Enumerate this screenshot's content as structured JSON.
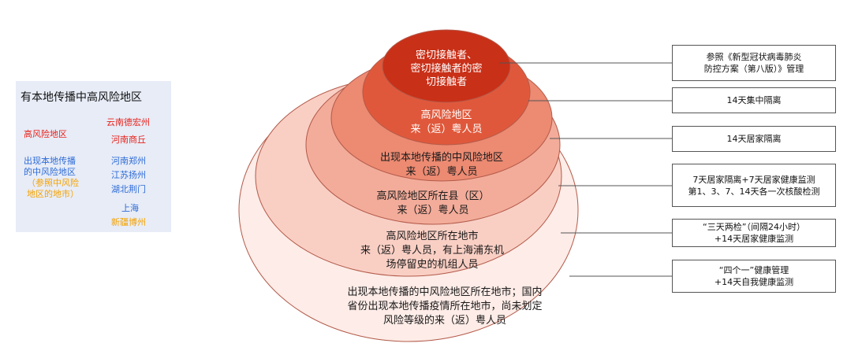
{
  "legend": {
    "title": "有本地传播中高风险地区",
    "high_label": "高风险地区",
    "high_areas": [
      "云南德宏州",
      "河南商丘"
    ],
    "medium_label_lines": [
      "出现本地传播",
      "的中风险地区"
    ],
    "medium_note_lines": [
      "（参照中风险",
      "地区的地市）"
    ],
    "medium_areas": [
      "河南郑州",
      "江苏扬州",
      "湖北荆门",
      "上海"
    ],
    "medium_note_area": "新疆博州"
  },
  "rings": [
    {
      "lines": [
        "密切接触者、",
        "密切接触者的密",
        "切接触者"
      ]
    },
    {
      "lines": [
        "高风险地区",
        "来（返）粤人员"
      ]
    },
    {
      "lines": [
        "出现本地传播的中风险地区",
        "来（返）粤人员"
      ]
    },
    {
      "lines": [
        "高风险地区所在县（区）",
        "来（返）粤人员"
      ]
    },
    {
      "lines": [
        "高风险地区所在地市",
        "来（返）粤人员，有上海浦东机",
        "场停留史的机组人员"
      ]
    },
    {
      "lines": [
        "出现本地传播的中风险地区所在地市；国内",
        "省份出现本地传播疫情所在地市，尚未划定",
        "风险等级的来（返）粤人员"
      ]
    }
  ],
  "measures": [
    {
      "lines": [
        "参照《新型冠状病毒肺炎",
        "防控方案（第八版）》管理"
      ]
    },
    {
      "lines": [
        "14天集中隔离"
      ]
    },
    {
      "lines": [
        "14天居家隔离"
      ]
    },
    {
      "lines": [
        "7天居家隔离+7天居家健康监测",
        "第1、3、7、14天各一次核酸检测"
      ]
    },
    {
      "lines": [
        "“三天两检”（间隔24小时）",
        "+14天居家健康监测"
      ]
    },
    {
      "lines": [
        "“四个一”健康管理",
        "+14天自我健康监测"
      ]
    }
  ],
  "colors": {
    "legend_bg": "#e7ecf7",
    "high_red": "#e8211a",
    "medium_blue": "#2e6bd6",
    "note_orange": "#f5a200",
    "ring_fills": [
      "#c93018",
      "#e0583b",
      "#ec8a72",
      "#f3ac9a",
      "#f9cfc4",
      "#fdece7"
    ],
    "ring_stroke": "#b35a4a"
  }
}
